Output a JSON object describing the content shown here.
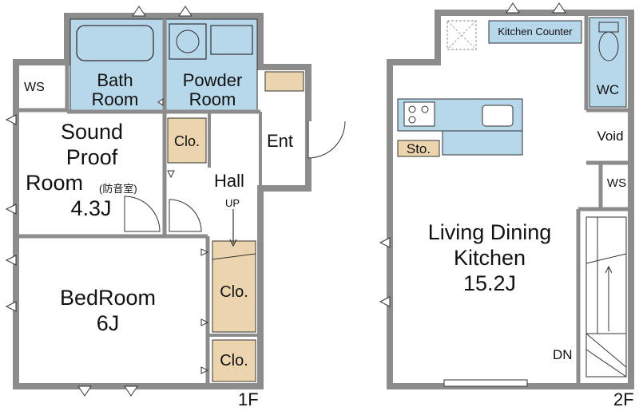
{
  "floor1": {
    "label": "1F",
    "rooms": {
      "ws": "WS",
      "bath_line1": "Bath",
      "bath_line2": "Room",
      "powder_line1": "Powder",
      "powder_line2": "Room",
      "sound_line1": "Sound",
      "sound_line2": "Proof",
      "sound_line3": "Room",
      "sound_jp": "(防音室)",
      "sound_size": "4.3J",
      "closet_upper": "Clo.",
      "entrance": "Ent",
      "hall": "Hall",
      "up": "UP",
      "bedroom_line1": "BedRoom",
      "bedroom_size": "6J",
      "closet_stair": "Clo.",
      "closet_lower": "Clo."
    }
  },
  "floor2": {
    "label": "2F",
    "rooms": {
      "kitchen_counter": "Kitchen Counter",
      "wc": "WC",
      "storage": "Sto.",
      "void": "Void",
      "ws": "WS",
      "ldk_line1": "Living Dining",
      "ldk_line2": "Kitchen",
      "ldk_size": "15.2J",
      "dn": "DN"
    }
  },
  "colors": {
    "wall": "#8c8c8c",
    "wet_area": "#b7d7ea",
    "closet": "#ecd4ae",
    "line": "#333333"
  }
}
